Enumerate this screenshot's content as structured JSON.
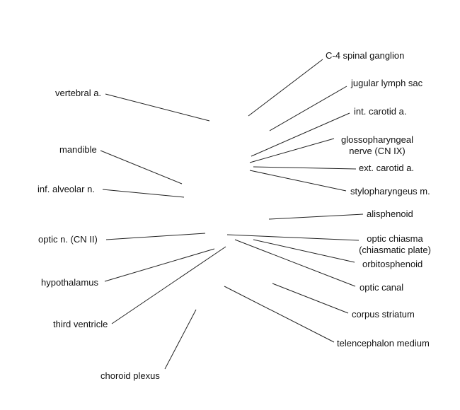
{
  "labels": {
    "c4_spinal_ganglion": "C-4 spinal ganglion",
    "jugular_lymph_sac": "jugular lymph sac",
    "int_carotid": "int. carotid a.",
    "glossopharyngeal_1": "glossopharyngeal",
    "glossopharyngeal_2": "nerve (CN IX)",
    "ext_carotid": "ext. carotid a.",
    "stylopharyngeus": "stylopharyngeus m.",
    "alisphenoid": "alisphenoid",
    "optic_chiasma_1": "optic chiasma",
    "optic_chiasma_2": "(chiasmatic plate)",
    "orbitosphenoid": "orbitosphenoid",
    "optic_canal": "optic canal",
    "corpus_striatum": "corpus striatum",
    "telencephalon_medium": "telencephalon medium",
    "vertebral": "vertebral a.",
    "mandible": "mandible",
    "inf_alveolar": "inf. alveolar n.",
    "optic_nerve": "optic n. (CN II)",
    "hypothalamus": "hypothalamus",
    "third_ventricle": "third ventricle",
    "choroid_plexus": "choroid plexus"
  }
}
